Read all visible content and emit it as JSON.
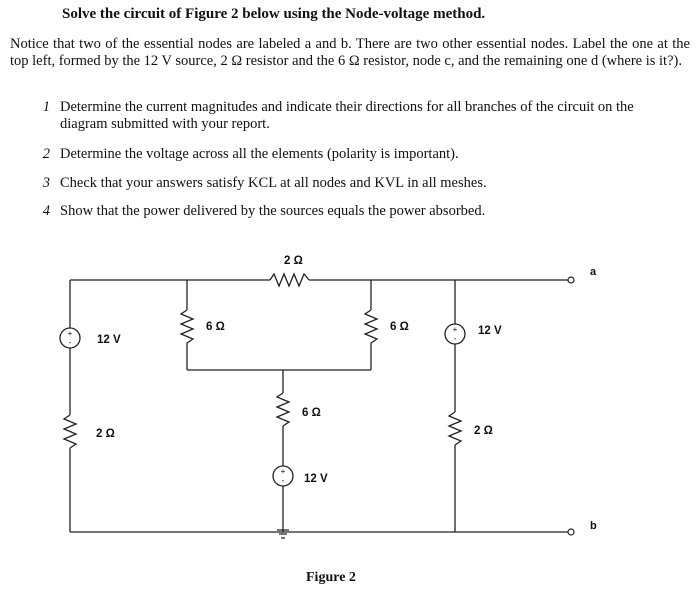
{
  "header": {
    "title": "Solve the circuit of Figure 2 below using the Node-voltage method.",
    "intro": "Notice that two of the essential nodes are labeled a and b. There are two other essential nodes. Label the one at the top left, formed by the 12 V source, 2 Ω resistor and the 6 Ω resistor, node c, and the remaining one d (where is it?)."
  },
  "tasks": [
    {
      "num": "1",
      "text": "Determine the current magnitudes and indicate their directions for all branches of the circuit on the diagram submitted with your report."
    },
    {
      "num": "2",
      "text": "Determine the voltage across all the elements (polarity is important)."
    },
    {
      "num": "3",
      "text": "Check that your answers satisfy KCL at all nodes and KVL in all meshes."
    },
    {
      "num": "4",
      "text": "Show that the power delivered by the sources equals the power absorbed."
    }
  ],
  "circuit": {
    "top_resistor": "2 Ω",
    "left_source": "12 V",
    "left_resistor": "2 Ω",
    "mid_left_resistor": "6 Ω",
    "center_resistor": "6 Ω",
    "center_source": "12 V",
    "mid_right_resistor": "6 Ω",
    "right_source": "12 V",
    "right_resistor": "2 Ω",
    "node_a": "a",
    "node_b": "b",
    "plus": "+",
    "minus": "-"
  },
  "figure_caption": "Figure 2"
}
